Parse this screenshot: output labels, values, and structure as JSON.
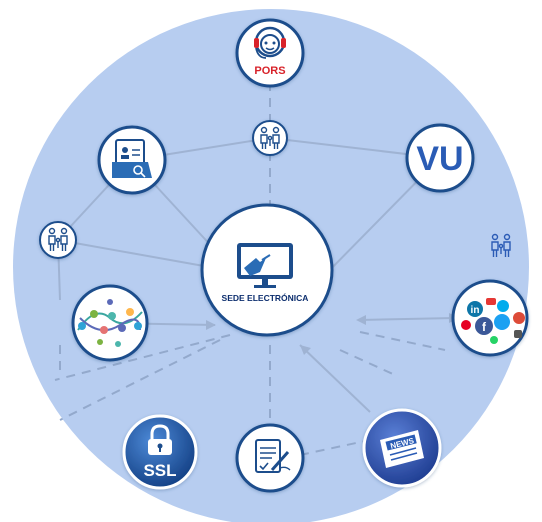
{
  "center": {
    "label": "SEDE ELECTRÓNICA"
  },
  "nodes": {
    "pors": {
      "label": "PORS"
    },
    "vu": {
      "label": "VU"
    },
    "ssl": {
      "label": "SSL"
    },
    "news": {
      "label": "NEWS"
    },
    "social": {
      "labels": [
        "in",
        "f"
      ]
    }
  },
  "icons": {
    "pors": "headset-agent-icon",
    "records": "folder-search-icon",
    "citizens": "family-icon",
    "vu": "vu-logo-icon",
    "network": "network-map-icon",
    "social": "social-media-cluster-icon",
    "ssl": "ssl-lock-icon",
    "document": "signed-document-icon",
    "news": "newspaper-icon",
    "center": "computer-touch-icon"
  },
  "colors": {
    "background_circle": "#b7cdf0",
    "node_border": "#1f4e8c",
    "accent_red": "#d8232a",
    "link_line": "#9fb3d3",
    "dashed_line": "#93a9cc",
    "text_dark": "#0d2f6e",
    "brand_blue": "#2b6cb5"
  }
}
